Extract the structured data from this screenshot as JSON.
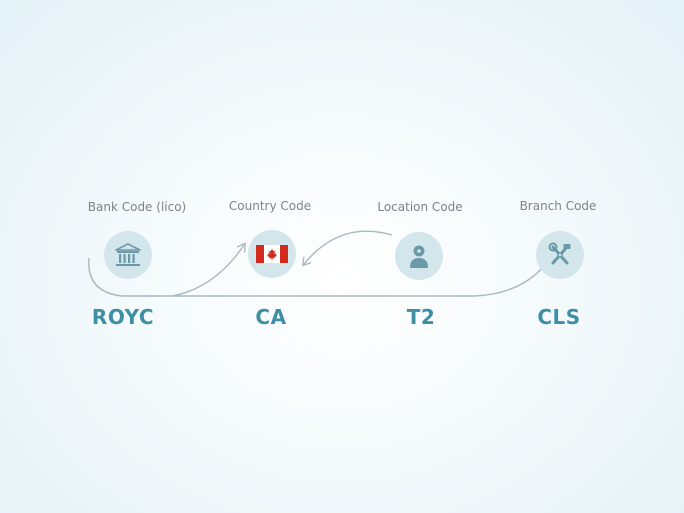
{
  "segments": [
    {
      "id": "bank",
      "label": "Bank Code (lico)",
      "code": "ROYC",
      "icon": "bank-icon"
    },
    {
      "id": "country",
      "label": "Country Code",
      "code": "CA",
      "icon": "canada-flag-icon"
    },
    {
      "id": "location",
      "label": "Location Code",
      "code": "T2",
      "icon": "location-person-icon"
    },
    {
      "id": "branch",
      "label": "Branch Code",
      "code": "CLS",
      "icon": "tools-icon"
    }
  ],
  "colors": {
    "code_text": "#3d8fa6",
    "label_text": "#7a858b",
    "circle_fill": "#d3e6ec",
    "icon": "#6a9aa8",
    "connector": "#a9b8bd",
    "flag_red": "#d52b1e"
  }
}
